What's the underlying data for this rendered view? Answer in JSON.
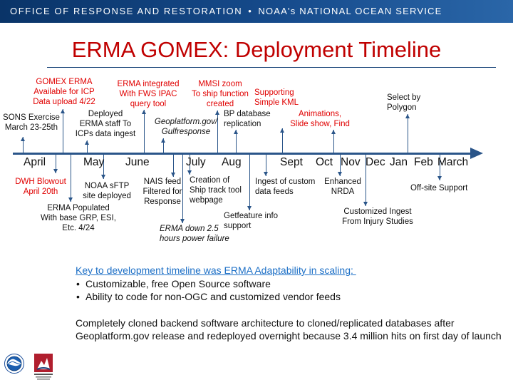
{
  "banner": {
    "org_primary": "OFFICE OF RESPONSE AND RESTORATION",
    "separator": "•",
    "org_secondary": "NOAA's NATIONAL OCEAN SERVICE"
  },
  "title": "ERMA GOMEX:  Deployment Timeline",
  "months": {
    "april": "April",
    "may": "May",
    "june": "June",
    "july": "July",
    "aug": "Aug",
    "sept": "Sept",
    "oct": "Oct",
    "nov": "Nov",
    "dec": "Dec",
    "jan": "Jan",
    "feb": "Feb",
    "march": "March"
  },
  "events": {
    "sons_exercise": "SONS Exercise\nMarch 23-25th",
    "gomex_erma": "GOMEX ERMA\nAvailable for ICP\nData upload 4/22",
    "deployed_icps": "Deployed\nERMA staff To\nICPs data ingest",
    "fws_ipac": "ERMA integrated\nWith FWS IPAC\nquery tool",
    "geoplatform": "Geoplatform.gov/\nGulfresponse",
    "mmsi_zoom": "MMSI zoom\nTo ship function\ncreated",
    "bp_database": "BP database\nreplication",
    "simple_kml": "Supporting\nSimple KML",
    "animations": "Animations,\nSlide show, Find",
    "select_polygon": "Select by\nPolygon",
    "dwh_blowout": "DWH Blowout\nApril 20th",
    "erma_populated": "ERMA Populated\nWith base GRP, ESI,\nEtc. 4/24",
    "noaa_sftp": "NOAA sFTP\nsite deployed",
    "nais_feed": "NAIS feed\nFiltered for\nResponse",
    "ship_track": "Creation of\nShip track tool\nwebpage",
    "erma_down": "ERMA down 2.5\nhours power failure",
    "getfeature": "Getfeature info\nsupport",
    "custom_feeds": "Ingest of custom\ndata feeds",
    "nrda": "Enhanced\nNRDA",
    "customized_ingest": "Customized Ingest\nFrom Injury Studies",
    "offsite_support": "Off-site Support"
  },
  "key": {
    "heading": "Key to development timeline was ERMA Adaptability in scaling: ",
    "bullets": [
      "Customizable, free Open Source software",
      "Ability to code for non-OGC and customized vendor feeds"
    ],
    "paragraph": "Completely cloned backend software architecture to cloned/replicated databases after Geoplatform.gov release and redeployed overnight because 3.4 million hits on first day of launch"
  },
  "logos": {
    "noaa": "NOAA",
    "crrc": "Coastal Response Research Center"
  },
  "colors": {
    "banner": "#0d3a72",
    "title": "#c00000",
    "event_highlight": "#e00000",
    "axis": "#2a5589",
    "key_heading": "#1c6fc6"
  }
}
